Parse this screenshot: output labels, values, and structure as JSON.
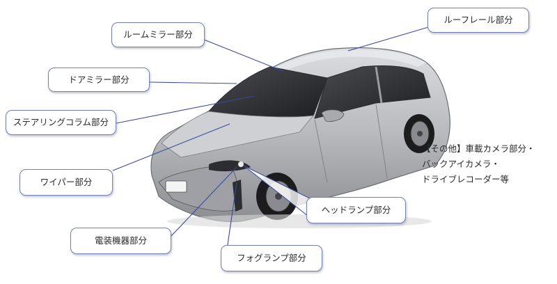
{
  "labels": {
    "roof_rail": "ルーフレール部分",
    "room_mirror": "ルームミラー部分",
    "door_mirror": "ドアミラー部分",
    "steering_column": "ステアリングコラム部分",
    "wiper": "ワイパー部分",
    "electrical": "電装機器部分",
    "fog_lamp": "フォグランプ部分",
    "headlamp": "ヘッドランプ部分",
    "other_line1": "【その他】車載カメラ部分・",
    "other_line2": "バックアイカメラ・",
    "other_line3": "ドライブレコーダー等"
  },
  "colors": {
    "leader_line": "#3a4a9c",
    "callout_border": "#6f7fb8",
    "car_body": "#bdbec2"
  }
}
